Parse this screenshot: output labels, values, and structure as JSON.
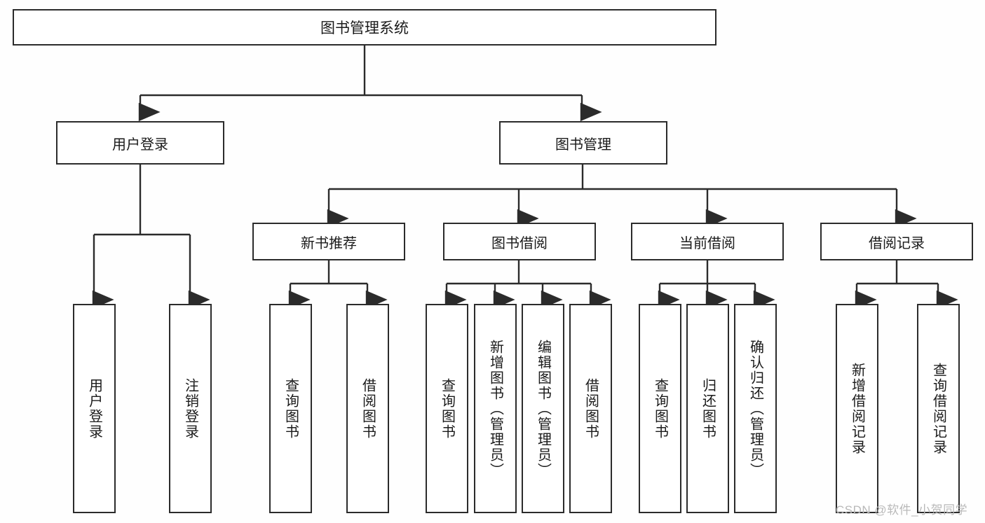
{
  "diagram": {
    "type": "tree",
    "title": "图书管理系统",
    "root": {
      "label": "图书管理系统"
    },
    "level2": [
      {
        "label": "用户登录"
      },
      {
        "label": "图书管理"
      }
    ],
    "level3": [
      {
        "label": "新书推荐",
        "parent": "图书管理"
      },
      {
        "label": "图书借阅",
        "parent": "图书管理"
      },
      {
        "label": "当前借阅",
        "parent": "图书管理"
      },
      {
        "label": "借阅记录",
        "parent": "图书管理"
      }
    ],
    "leaves": [
      {
        "label": "用户登录",
        "parent": "用户登录"
      },
      {
        "label": "注销登录",
        "parent": "用户登录"
      },
      {
        "label": "查询图书",
        "parent": "新书推荐"
      },
      {
        "label": "借阅图书",
        "parent": "新书推荐"
      },
      {
        "label": "查询图书",
        "parent": "图书借阅"
      },
      {
        "label": "新增图书（管理员）",
        "parent": "图书借阅"
      },
      {
        "label": "编辑图书（管理员）",
        "parent": "图书借阅"
      },
      {
        "label": "借阅图书",
        "parent": "图书借阅"
      },
      {
        "label": "查询图书",
        "parent": "当前借阅"
      },
      {
        "label": "归还图书",
        "parent": "当前借阅"
      },
      {
        "label": "确认归还（管理员）",
        "parent": "当前借阅"
      },
      {
        "label": "新增借阅记录",
        "parent": "借阅记录"
      },
      {
        "label": "查询借阅记录",
        "parent": "借阅记录"
      }
    ]
  },
  "watermark": {
    "text": "CSDN @软件_小贺同学"
  },
  "colors": {
    "line": "#2b2b2b",
    "box_border": "#2b2b2b",
    "box_fill": "#ffffff",
    "background": "#fefefe",
    "watermark": "#b9b9b9"
  }
}
